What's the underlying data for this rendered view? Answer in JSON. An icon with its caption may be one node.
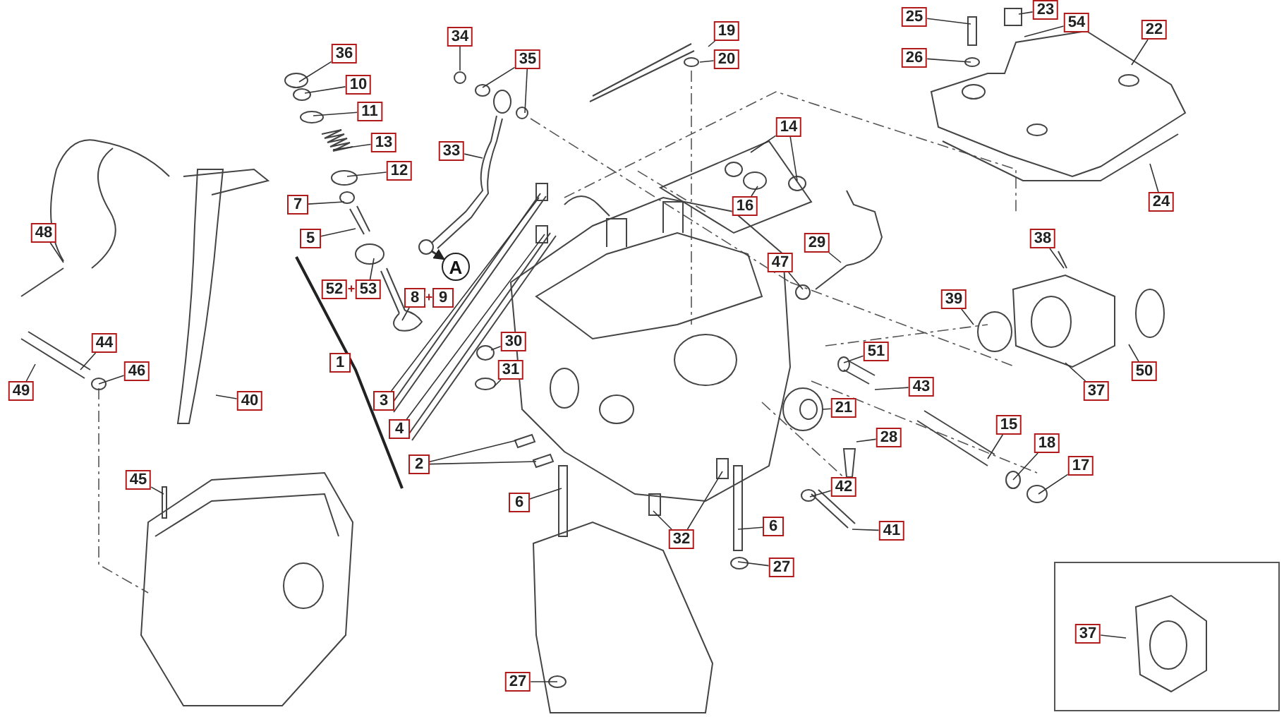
{
  "diagram": {
    "nodes": [
      {
        "text": [
          "36"
        ]
      },
      {
        "text": [
          "10"
        ]
      },
      {
        "text": [
          "11"
        ]
      },
      {
        "text": [
          "13"
        ]
      },
      {
        "text": [
          "12"
        ]
      },
      {
        "text": [
          "7"
        ]
      },
      {
        "text": [
          "5"
        ]
      },
      {
        "text": [
          "52"
        ]
      },
      {
        "text": [
          "53"
        ]
      },
      {
        "text": [
          "8"
        ]
      },
      {
        "text": [
          "9"
        ]
      },
      {
        "text": [
          "1"
        ]
      },
      {
        "text": [
          "3"
        ]
      },
      {
        "text": [
          "4"
        ]
      },
      {
        "text": [
          "2"
        ]
      },
      {
        "text": [
          "6"
        ]
      },
      {
        "text": [
          "34"
        ]
      },
      {
        "text": [
          "35"
        ]
      },
      {
        "text": [
          "33"
        ]
      },
      {
        "text": [
          "A"
        ]
      },
      {
        "text": [
          "19"
        ]
      },
      {
        "text": [
          "20"
        ]
      },
      {
        "text": [
          "14"
        ]
      },
      {
        "text": [
          "16"
        ]
      },
      {
        "text": [
          "29"
        ]
      },
      {
        "text": [
          "47"
        ]
      },
      {
        "text": [
          "30"
        ]
      },
      {
        "text": [
          "31"
        ]
      },
      {
        "text": [
          "25"
        ]
      },
      {
        "text": [
          "23"
        ]
      },
      {
        "text": [
          "54"
        ]
      },
      {
        "text": [
          "22"
        ]
      },
      {
        "text": [
          "26"
        ]
      },
      {
        "text": [
          "24"
        ]
      },
      {
        "text": [
          "38"
        ]
      },
      {
        "text": [
          "39"
        ]
      },
      {
        "text": [
          "37"
        ]
      },
      {
        "text": [
          "50"
        ]
      },
      {
        "text": [
          "51"
        ]
      },
      {
        "text": [
          "43"
        ]
      },
      {
        "text": [
          "21"
        ]
      },
      {
        "text": [
          "28"
        ]
      },
      {
        "text": [
          "15"
        ]
      },
      {
        "text": [
          "18"
        ]
      },
      {
        "text": [
          "17"
        ]
      },
      {
        "text": [
          "42"
        ]
      },
      {
        "text": [
          "41"
        ]
      },
      {
        "text": [
          "32"
        ]
      },
      {
        "text": [
          "6"
        ]
      },
      {
        "text": [
          "27"
        ]
      },
      {
        "text": [
          "27"
        ]
      },
      {
        "text": [
          "48"
        ]
      },
      {
        "text": [
          "44"
        ]
      },
      {
        "text": [
          "49"
        ]
      },
      {
        "text": [
          "46"
        ]
      },
      {
        "text": [
          "40"
        ]
      },
      {
        "text": [
          "45"
        ]
      },
      {
        "text": [],
        "shape": "box"
      },
      {
        "text": [
          "37"
        ],
        "in": 57
      }
    ],
    "edges": [
      {
        "from": 0,
        "to": null,
        "arrow": "none"
      },
      {
        "from": 1,
        "to": null,
        "arrow": "none"
      },
      {
        "from": 2,
        "to": null,
        "arrow": "none"
      },
      {
        "from": 3,
        "to": null,
        "arrow": "none"
      },
      {
        "from": 4,
        "to": null,
        "arrow": "none"
      },
      {
        "from": 5,
        "to": null,
        "arrow": "none"
      },
      {
        "from": 6,
        "to": null,
        "arrow": "none"
      },
      {
        "from": 8,
        "to": null,
        "arrow": "none"
      },
      {
        "from": 9,
        "to": null,
        "arrow": "none"
      },
      {
        "from": 12,
        "to": null,
        "arrow": "none"
      },
      {
        "from": 13,
        "to": null,
        "arrow": "none"
      },
      {
        "from": 14,
        "to": null,
        "arrow": "none"
      },
      {
        "from": 14,
        "to": null,
        "arrow": "none"
      },
      {
        "from": 15,
        "to": null,
        "arrow": "none"
      },
      {
        "from": 16,
        "to": null,
        "arrow": "none"
      },
      {
        "from": 17,
        "to": null,
        "arrow": "none"
      },
      {
        "from": 17,
        "to": null,
        "arrow": "none"
      },
      {
        "from": 18,
        "to": null,
        "arrow": "none"
      },
      {
        "from": null,
        "to": 19,
        "arrow": "to"
      },
      {
        "from": 20,
        "to": null,
        "arrow": "none"
      },
      {
        "from": 21,
        "to": null,
        "arrow": "none"
      },
      {
        "from": 22,
        "to": null,
        "arrow": "none"
      },
      {
        "from": 22,
        "to": null,
        "arrow": "none"
      },
      {
        "from": 23,
        "to": null,
        "arrow": "none"
      },
      {
        "from": 24,
        "to": null,
        "arrow": "none"
      },
      {
        "from": 25,
        "to": null,
        "arrow": "none"
      },
      {
        "from": 26,
        "to": null,
        "arrow": "none"
      },
      {
        "from": 27,
        "to": null,
        "arrow": "none"
      },
      {
        "from": 28,
        "to": null,
        "arrow": "none"
      },
      {
        "from": 29,
        "to": null,
        "arrow": "none"
      },
      {
        "from": 30,
        "to": null,
        "arrow": "none"
      },
      {
        "from": 31,
        "to": null,
        "arrow": "none"
      },
      {
        "from": 32,
        "to": null,
        "arrow": "none"
      },
      {
        "from": 33,
        "to": null,
        "arrow": "none"
      },
      {
        "from": 34,
        "to": null,
        "arrow": "none"
      },
      {
        "from": 35,
        "to": null,
        "arrow": "none"
      },
      {
        "from": 36,
        "to": null,
        "arrow": "none"
      },
      {
        "from": 37,
        "to": null,
        "arrow": "none"
      },
      {
        "from": 38,
        "to": null,
        "arrow": "none"
      },
      {
        "from": 39,
        "to": null,
        "arrow": "none"
      },
      {
        "from": 40,
        "to": null,
        "arrow": "none"
      },
      {
        "from": 41,
        "to": null,
        "arrow": "none"
      },
      {
        "from": 42,
        "to": null,
        "arrow": "none"
      },
      {
        "from": 43,
        "to": null,
        "arrow": "none"
      },
      {
        "from": 44,
        "to": null,
        "arrow": "none"
      },
      {
        "from": 45,
        "to": null,
        "arrow": "none"
      },
      {
        "from": 46,
        "to": null,
        "arrow": "none"
      },
      {
        "from": 47,
        "to": null,
        "arrow": "none"
      },
      {
        "from": 47,
        "to": null,
        "arrow": "none"
      },
      {
        "from": 48,
        "to": null,
        "arrow": "none"
      },
      {
        "from": 49,
        "to": null,
        "arrow": "none"
      },
      {
        "from": 50,
        "to": null,
        "arrow": "none"
      },
      {
        "from": 51,
        "to": null,
        "arrow": "none"
      },
      {
        "from": 52,
        "to": null,
        "arrow": "none"
      },
      {
        "from": 53,
        "to": null,
        "arrow": "none"
      },
      {
        "from": 54,
        "to": null,
        "arrow": "none"
      },
      {
        "from": 55,
        "to": null,
        "arrow": "none"
      },
      {
        "from": 56,
        "to": null,
        "arrow": "none"
      },
      {
        "from": 58,
        "to": null,
        "arrow": "none"
      }
    ],
    "labels": [
      "+",
      "+"
    ]
  }
}
